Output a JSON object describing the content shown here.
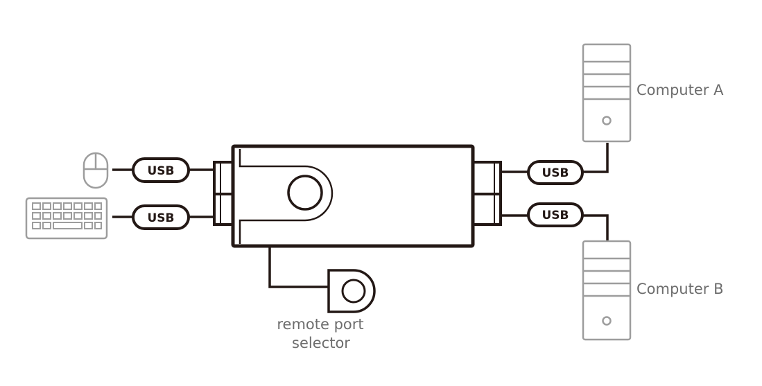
{
  "usb_ports": {
    "mouse": "USB",
    "keyboard": "USB",
    "computer_a": "USB",
    "computer_b": "USB"
  },
  "computers": {
    "a": "Computer A",
    "b": "Computer B"
  },
  "remote_selector": {
    "line1": "remote port",
    "line2": "selector"
  },
  "colors": {
    "device": "#231815",
    "peripheral": "#9d9d9d",
    "caption": "#6d6d6d"
  }
}
